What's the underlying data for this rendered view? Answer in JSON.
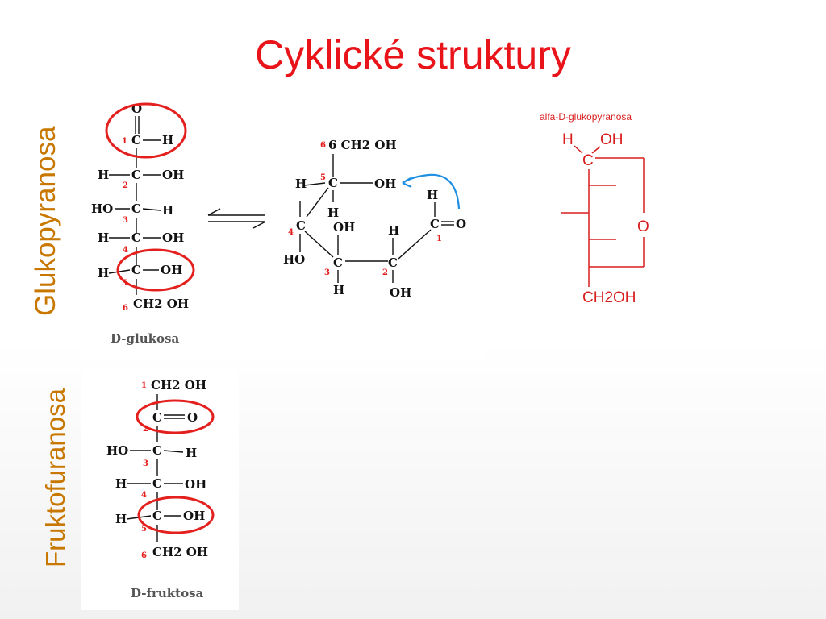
{
  "title": "Cyklické struktury",
  "side_labels": {
    "glucose": "Glukopyranosa",
    "fructose": "Fruktofuranosa"
  },
  "glucose_chain": {
    "caption": "D-glukosa",
    "atoms": {
      "o": "O",
      "c": "C",
      "h": "H",
      "oh": "OH",
      "ho": "HO",
      "ch2oh": "CH2 OH"
    },
    "numbers": [
      "1",
      "2",
      "3",
      "4",
      "5",
      "6"
    ]
  },
  "glucose_ring": {
    "atoms": {
      "c6": "6 CH2 OH",
      "oh": "OH",
      "h": "H",
      "c": "C",
      "o": "O",
      "ho": "HO"
    },
    "numbers": [
      "1",
      "2",
      "3",
      "4",
      "5",
      "6"
    ]
  },
  "fructose_chain": {
    "caption": "D-fruktosa",
    "atoms": {
      "c": "C",
      "o": "O",
      "h": "H",
      "oh": "OH",
      "ho": "HO",
      "ch2oh": "CH2 OH"
    },
    "numbers": [
      "1",
      "2",
      "3",
      "4",
      "5",
      "6"
    ]
  },
  "alpha_structure": {
    "title": "alfa-D-glukopyranosa",
    "atoms": {
      "h": "H",
      "oh": "OH",
      "c": "C",
      "o": "O",
      "ch2oh": "CH2OH"
    }
  },
  "colors": {
    "title": "#e8141a",
    "side_label": "#c87800",
    "highlight": "#e3201e",
    "arrow": "#1e8fe3"
  }
}
